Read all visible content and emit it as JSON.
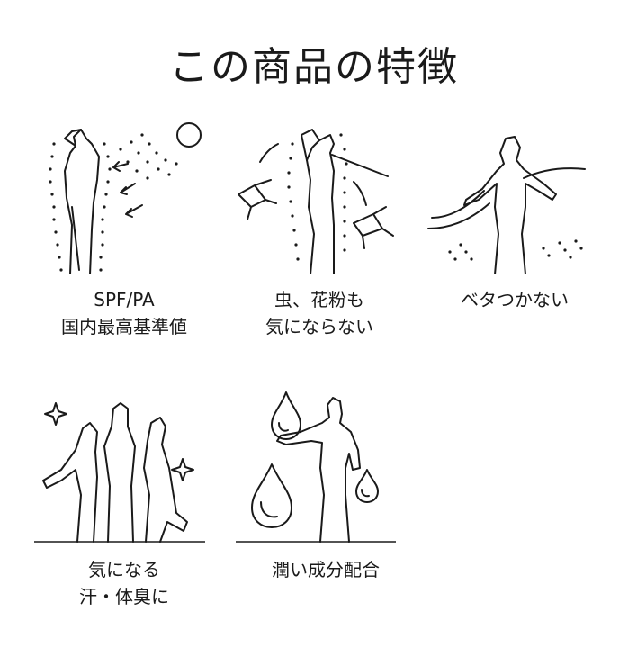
{
  "page": {
    "title": "この商品の特徴"
  },
  "features": [
    {
      "icon": "sun-protection-icon",
      "lines": [
        "SPF/PA",
        "国内最高基準値"
      ]
    },
    {
      "icon": "insect-pollen-icon",
      "lines": [
        "虫、花粉も",
        "気にならない"
      ]
    },
    {
      "icon": "non-sticky-icon",
      "lines": [
        "ベタつかない"
      ]
    },
    {
      "icon": "sweat-odor-icon",
      "lines": [
        "気になる",
        "汗・体臭に"
      ]
    },
    {
      "icon": "moisture-droplet-icon",
      "lines": [
        "潤い成分配合"
      ]
    }
  ]
}
